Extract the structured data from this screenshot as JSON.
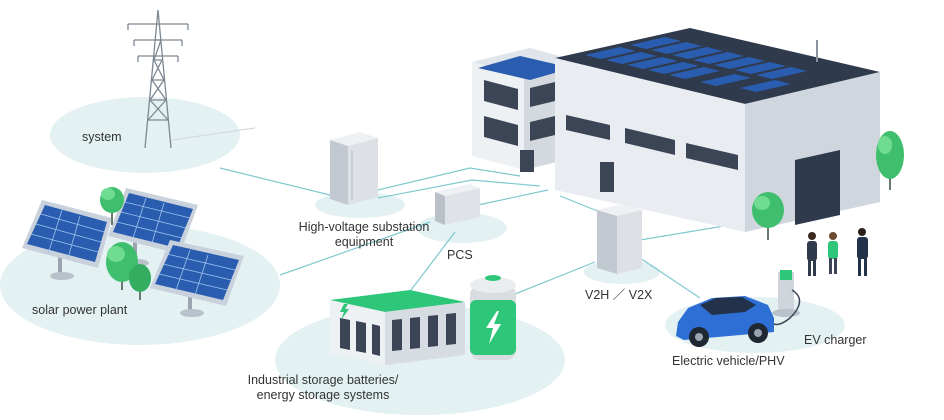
{
  "labels": {
    "system": "system",
    "solar": "solar power plant",
    "substation_line1": "High-voltage substation",
    "substation_line2": "equipment",
    "pcs": "PCS",
    "storage_line1": "Industrial storage batteries/",
    "storage_line2": "energy storage systems",
    "v2h": "V2H ／ V2X",
    "ev": "Electric vehicle/PHV",
    "charger": "EV charger"
  },
  "colors": {
    "ellipse": "#e3f1f3",
    "connector": "#7fc9cf",
    "panel": "#2a5db0",
    "panel_frame": "#c9d2dc",
    "tree": "#3fbf6e",
    "battery_green": "#2ec77a",
    "building_wall": "#e9edf2",
    "roof": "#2f3a4c",
    "car": "#2e6fd6",
    "cabinet": "#d7dbe0"
  }
}
